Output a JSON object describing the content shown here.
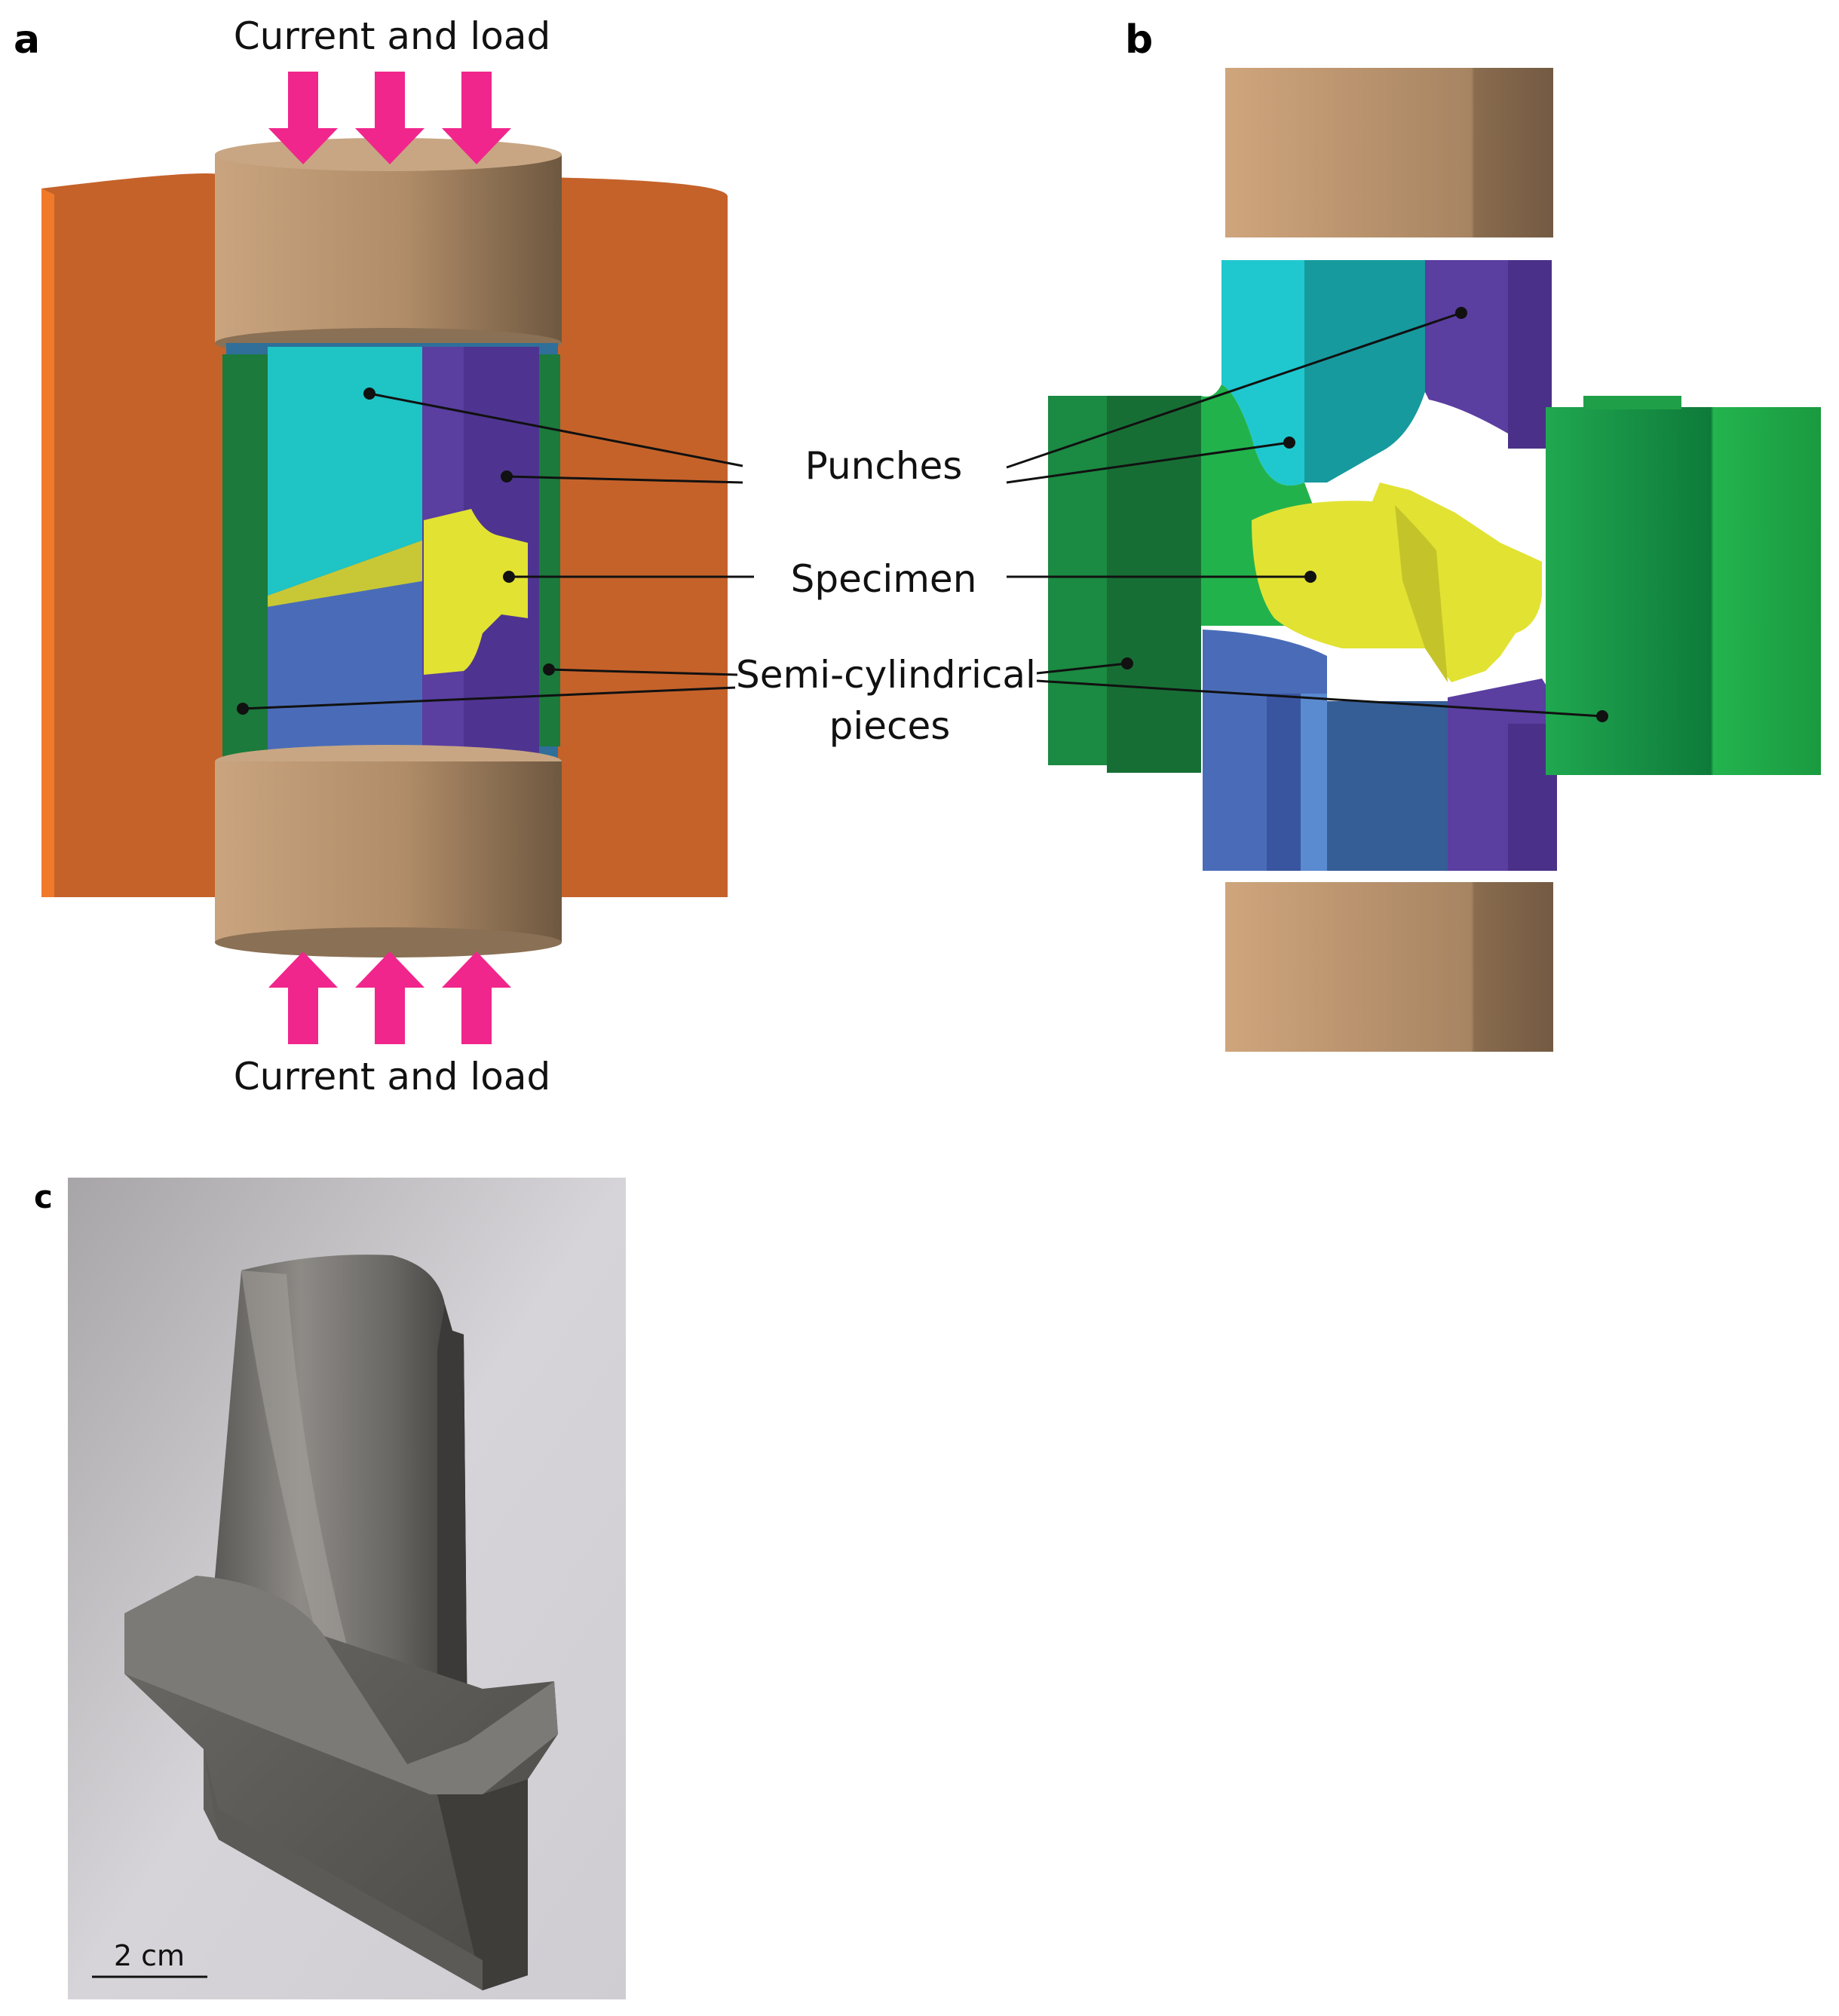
{
  "panels": {
    "a": "a",
    "b": "b",
    "c": "c"
  },
  "labels": {
    "current_top": "Current and load",
    "current_bottom": "Current and load",
    "punches": "Punches",
    "specimen": "Specimen",
    "semi_line1": "Semi-cylindrical",
    "semi_line2": "pieces",
    "scale_bar": "2 cm"
  },
  "colors": {
    "die": "#c5622a",
    "die_edge": "#f07a2a",
    "electrode": "#b69470",
    "electrode_dark": "#7c6448",
    "punch_teal": "#1fc4c4",
    "punch_purple": "#5a3ea0",
    "specimen": "#e2e233",
    "lower_blue": "#4a6cb8",
    "semi_green": "#1b7a3c",
    "semi_green_light": "#22b24c",
    "arrow": "#f0268c",
    "leader": "#111111"
  }
}
